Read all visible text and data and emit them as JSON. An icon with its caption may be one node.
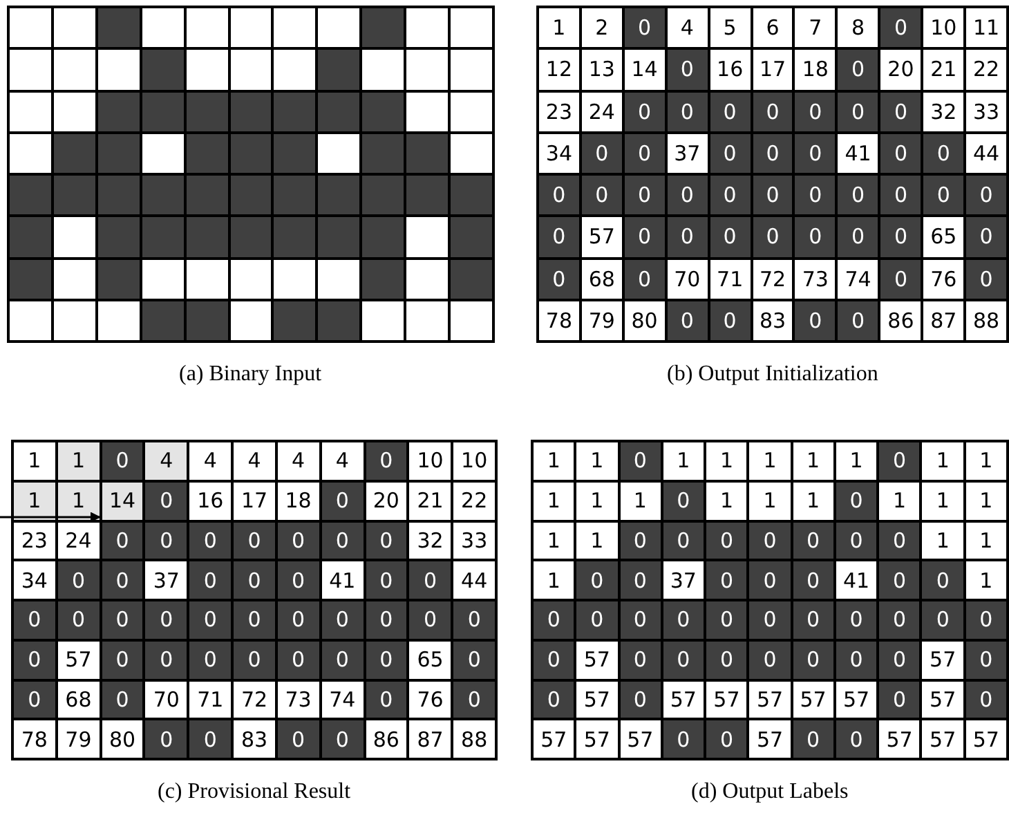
{
  "diagram": {
    "labels": [
      "1",
      "2",
      "0",
      "4",
      "5",
      "6",
      "7",
      "8",
      "0",
      "10",
      "11",
      "12",
      "13",
      "14",
      "0",
      "16",
      "17",
      "18",
      "0",
      "20",
      "21",
      "22",
      "23",
      "24",
      "0",
      "0",
      "0",
      "0",
      "0",
      "0",
      "0",
      "32",
      "33",
      "34",
      "0",
      "0",
      "37",
      "0",
      "0",
      "0",
      "41",
      "0",
      "0",
      "44",
      "0",
      "0",
      "0",
      "0",
      "0",
      "0",
      "0",
      "0",
      "0",
      "0",
      "0",
      "0",
      "57",
      "0",
      "0",
      "0",
      "0",
      "0",
      "0",
      "0",
      "65",
      "0",
      "0",
      "68",
      "0",
      "70",
      "71",
      "72",
      "73",
      "74",
      "0",
      "76",
      "0",
      "78",
      "79",
      "80",
      "0",
      "0",
      "83",
      "0",
      "0",
      "86",
      "87",
      "88",
      "(a) Binary Input",
      "(b) Output Initialization",
      "1",
      "1",
      "0",
      "4",
      "4",
      "4",
      "4",
      "4",
      "0",
      "10",
      "10",
      "1",
      "1",
      "14",
      "0",
      "16",
      "17",
      "18",
      "0",
      "20",
      "21",
      "22",
      "23",
      "24",
      "0",
      "0",
      "0",
      "0",
      "0",
      "0",
      "0",
      "32",
      "33",
      "34",
      "0",
      "0",
      "37",
      "0",
      "0",
      "0",
      "41",
      "0",
      "0",
      "44",
      "0",
      "0",
      "0",
      "0",
      "0",
      "0",
      "0",
      "0",
      "0",
      "0",
      "0",
      "0",
      "57",
      "0",
      "0",
      "0",
      "0",
      "0",
      "0",
      "0",
      "65",
      "0",
      "0",
      "68",
      "0",
      "70",
      "71",
      "72",
      "73",
      "74",
      "0",
      "76",
      "0",
      "78",
      "79",
      "80",
      "0",
      "0",
      "83",
      "0",
      "0",
      "86",
      "87",
      "88",
      "1",
      "1",
      "0",
      "1",
      "1",
      "1",
      "1",
      "1",
      "0",
      "1",
      "1",
      "1",
      "1",
      "1",
      "0",
      "1",
      "1",
      "1",
      "0",
      "1",
      "1",
      "1",
      "1",
      "1",
      "0",
      "0",
      "0",
      "0",
      "0",
      "0",
      "0",
      "1",
      "1",
      "1",
      "0",
      "0",
      "37",
      "0",
      "0",
      "0",
      "41",
      "0",
      "0",
      "1",
      "0",
      "0",
      "0",
      "0",
      "0",
      "0",
      "0",
      "0",
      "0",
      "0",
      "0",
      "0",
      "57",
      "0",
      "0",
      "0",
      "0",
      "0",
      "0",
      "0",
      "57",
      "0",
      "0",
      "57",
      "0",
      "57",
      "57",
      "57",
      "57",
      "57",
      "0",
      "57",
      "0",
      "57",
      "57",
      "57",
      "0",
      "0",
      "57",
      "0",
      "0",
      "57",
      "57",
      "57",
      "(c) Provisional Result",
      "(d) Output Labels"
    ]
  }
}
